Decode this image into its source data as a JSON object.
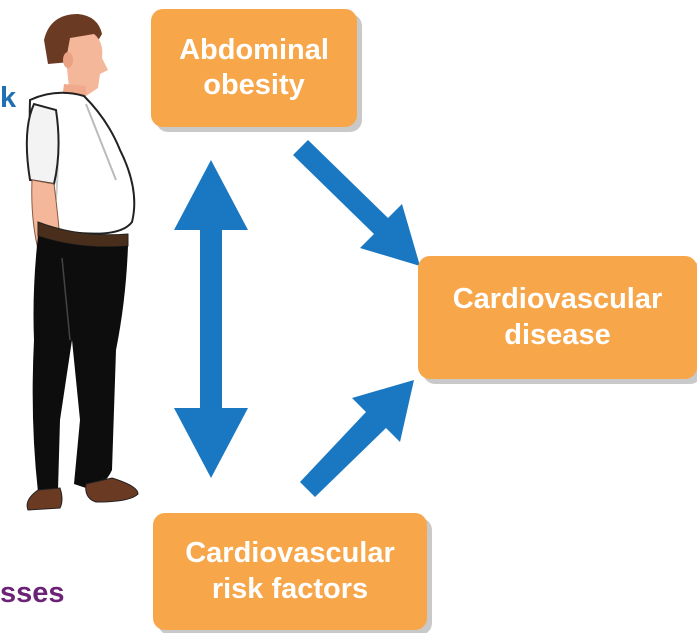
{
  "diagram": {
    "boxes": {
      "abdominal_obesity": {
        "line1": "Abdominal",
        "line2": "obesity"
      },
      "cardiovascular_disease": {
        "line1": "Cardiovascular",
        "line2": "disease"
      },
      "risk_factors": {
        "line1": "Cardiovascular",
        "line2": "risk factors"
      }
    },
    "edge_text": {
      "top": "k",
      "bottom": "sses"
    },
    "colors": {
      "box_fill": "#f7a64a",
      "box_text": "#ffffff",
      "arrow": "#1a78c2",
      "edge_top_text": "#1f6fb5",
      "edge_bottom_text": "#6b2375"
    },
    "icons": [
      "man-figure-icon"
    ]
  }
}
